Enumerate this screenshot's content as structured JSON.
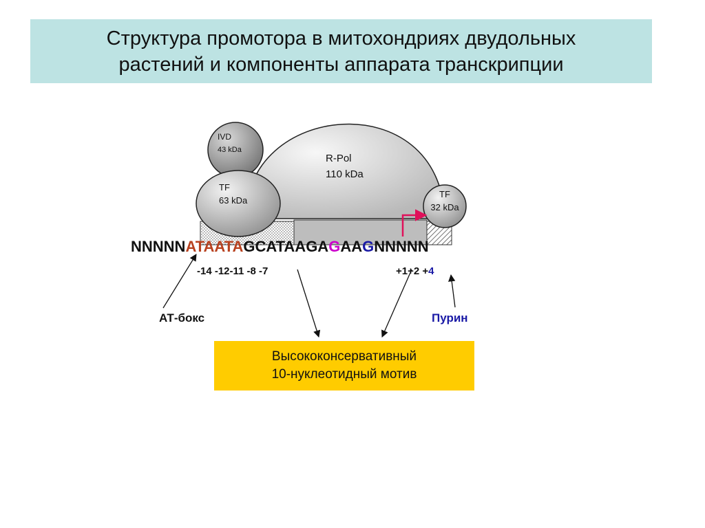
{
  "title": {
    "line1": "Структура промотора в митохондриях двудольных",
    "line2": "растений и компоненты  аппарата транскрипции"
  },
  "proteins": {
    "ivd": {
      "name": "IVD",
      "size": "43 kDa"
    },
    "rpol": {
      "name": "R-Pol",
      "size": "110 kDa"
    },
    "tf63": {
      "name": "TF",
      "size": "63 kDa"
    },
    "tf32": {
      "name": "TF",
      "size": "32 kDa"
    }
  },
  "sequence": {
    "prefix": "NNNNN",
    "at_box": "ATAATA",
    "middle": "GCATAAGA",
    "start_nt": "G",
    "mid2": "AA",
    "purine_nt": "G",
    "suffix": "NNNNN"
  },
  "positions": {
    "left": "-14 -12-11  -8 -7",
    "right": "+1+2 +",
    "purine_pos": "4"
  },
  "labels": {
    "at_box": "АТ-бокс",
    "purine": "Пурин"
  },
  "motif_box": {
    "line1": "Высококонсервативный",
    "line2": "10-нуклеотидный мотив"
  },
  "colors": {
    "title_bg": "#bde3e3",
    "at_box": "#b8411f",
    "start_nt": "#cc00cc",
    "purine": "#1a1aa6",
    "motif_bg": "#ffcc00",
    "start_arrow": "#e0105a"
  }
}
